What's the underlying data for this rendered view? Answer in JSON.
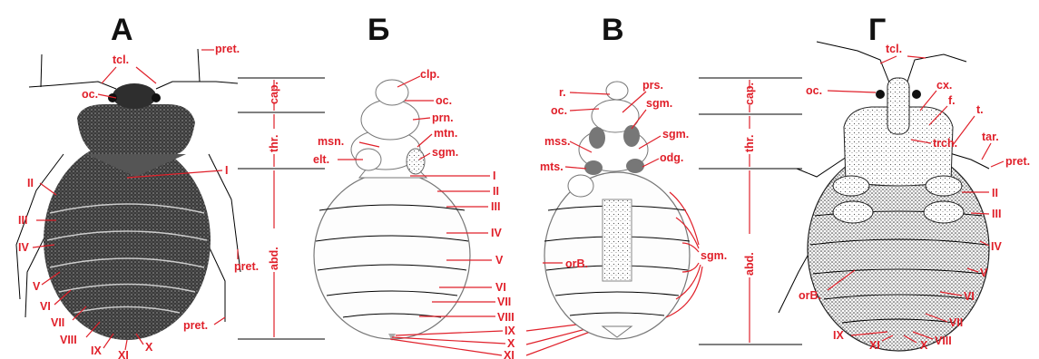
{
  "panels": [
    "А",
    "Б",
    "В",
    "Г"
  ],
  "panel_a": {
    "labels": [
      "pret.",
      "tcl.",
      "oc.",
      "I",
      "II",
      "III",
      "IV",
      "V",
      "VI",
      "VII",
      "VIII",
      "IX",
      "XI",
      "X",
      "pret.",
      "pret."
    ]
  },
  "scale_1": {
    "cap": "cap.",
    "thr": "thr.",
    "abd": "abd."
  },
  "panel_b": {
    "labels": [
      "clp.",
      "oc.",
      "prn.",
      "mtn.",
      "msn.",
      "sgm.",
      "elt.",
      "I",
      "II",
      "III",
      "IV",
      "V",
      "VI",
      "VII",
      "VIII",
      "IX",
      "X",
      "XI"
    ]
  },
  "panel_v": {
    "labels": [
      "r.",
      "oc.",
      "prs.",
      "sgm.",
      "mss.",
      "sgm.",
      "mts.",
      "odg.",
      "orB.",
      "sgm."
    ]
  },
  "scale_2": {
    "cap": "cap.",
    "thr": "thr.",
    "abd": "abd."
  },
  "panel_g": {
    "labels": [
      "tcl.",
      "oc.",
      "cx.",
      "f.",
      "t.",
      "trch.",
      "tar.",
      "pret.",
      "II",
      "III",
      "IV",
      "V",
      "VI",
      "VII",
      "VIII",
      "orB.",
      "IX",
      "XI",
      "X"
    ]
  }
}
